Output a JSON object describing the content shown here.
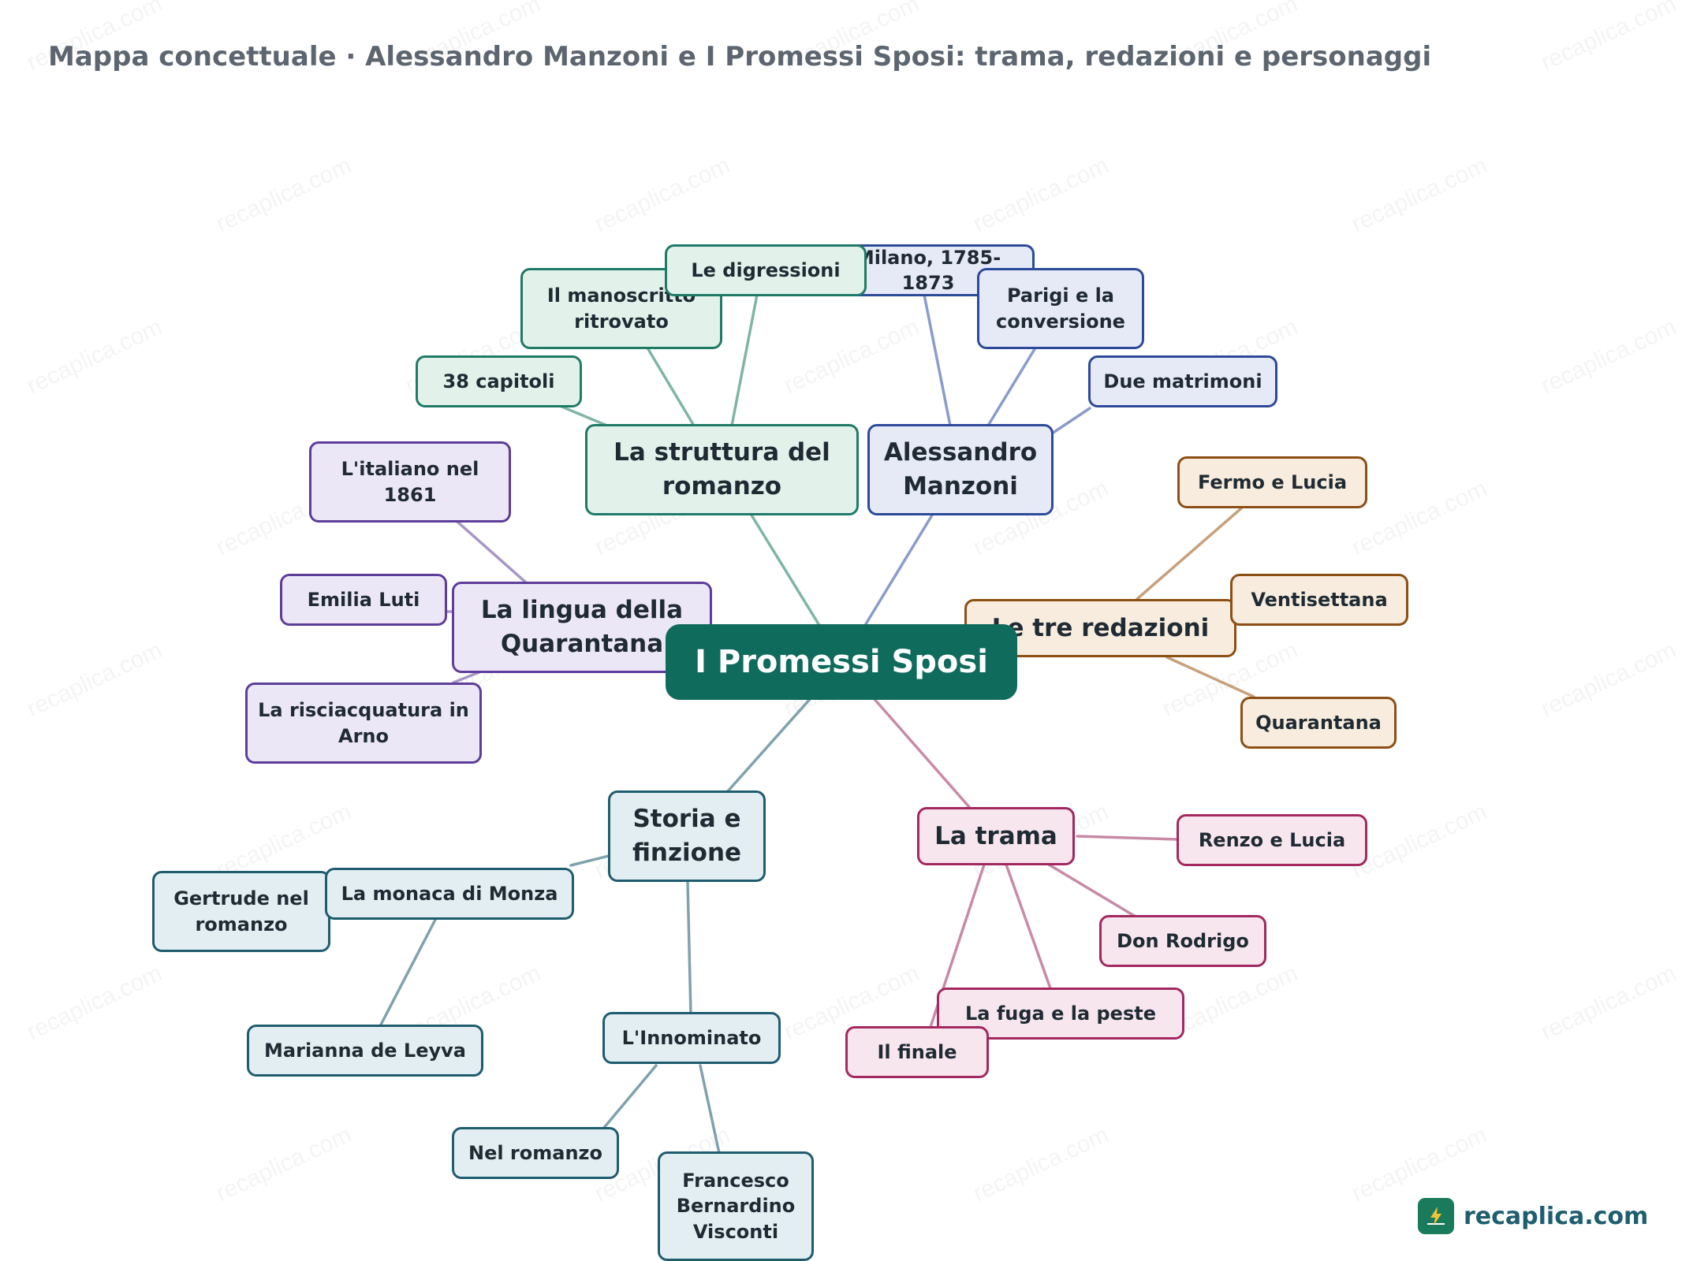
{
  "title": "Mappa concettuale · Alessandro Manzoni e I Promessi Sposi: trama, redazioni e personaggi",
  "watermark": "recaplica.com",
  "logo": {
    "text": "recaplica.com",
    "icon": "lightning-icon"
  },
  "colors": {
    "center": "#0f6b5c",
    "struttura": "#1f7a66",
    "manzoni": "#2d4a9a",
    "lingua": "#5d3d9a",
    "redazioni": "#8c4f14",
    "storia": "#1e5c6e",
    "trama": "#a3285f"
  },
  "nodes": {
    "center": "I Promessi Sposi",
    "struttura": "La struttura del romanzo",
    "manoscritto": "Il manoscritto ritrovato",
    "digressioni": "Le digressioni",
    "capitoli": "38 capitoli",
    "manzoni": "Alessandro Manzoni",
    "milano": "Milano, 1785-1873",
    "parigi": "Parigi e la conversione",
    "matrimoni": "Due matrimoni",
    "lingua": "La lingua della Quarantana",
    "italiano": "L'italiano nel 1861",
    "emilia": "Emilia Luti",
    "risciacquatura": "La risciacquatura in Arno",
    "redazioni": "Le tre redazioni",
    "fermo": "Fermo e Lucia",
    "ventisettana": "Ventisettana",
    "quarantana": "Quarantana",
    "storia": "Storia e finzione",
    "monaca": "La monaca di Monza",
    "gertrude": "Gertrude nel romanzo",
    "marianna": "Marianna de Leyva",
    "innominato": "L'Innominato",
    "nelromanzo": "Nel romanzo",
    "francesco": "Francesco Bernardino Visconti",
    "trama": "La trama",
    "renzo": "Renzo e Lucia",
    "rodrigo": "Don Rodrigo",
    "fuga": "La fuga e la peste",
    "finale": "Il finale"
  }
}
